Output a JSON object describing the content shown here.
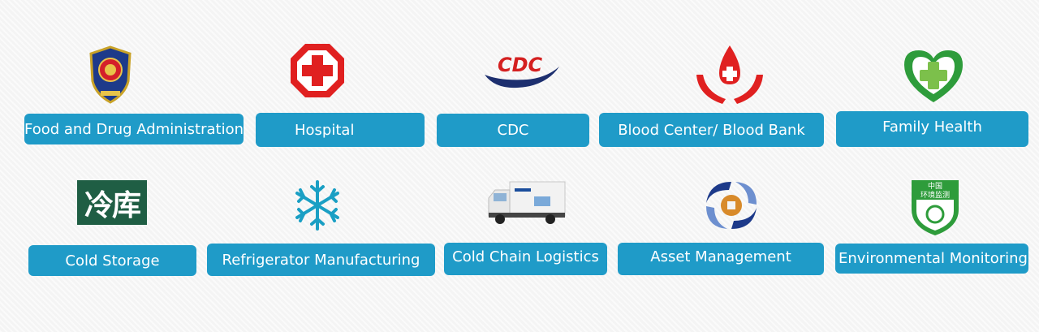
{
  "categories": {
    "row1": [
      {
        "label": "Food and Drug Administration",
        "icon": "emblem-icon"
      },
      {
        "label": "Hospital",
        "icon": "red-cross-icon"
      },
      {
        "label": "CDC",
        "icon": "cdc-logo-icon"
      },
      {
        "label": "Blood Center/ Blood Bank",
        "icon": "blood-drop-hands-icon"
      },
      {
        "label": "Family Health",
        "icon": "heart-cross-icon"
      }
    ],
    "row2": [
      {
        "label": "Cold Storage",
        "icon": "cold-storage-sign-icon",
        "sign_text": "冷库"
      },
      {
        "label": "Refrigerator Manufacturing",
        "icon": "snowflake-icon"
      },
      {
        "label": "Cold Chain Logistics",
        "icon": "refrigerated-truck-icon"
      },
      {
        "label": "Asset Management",
        "icon": "coin-swirl-icon"
      },
      {
        "label": "Environmental Monitoring",
        "icon": "env-shield-icon",
        "badge_line1": "中国",
        "badge_line2": "环境监测"
      }
    ]
  },
  "colors": {
    "button": "#1f9bc8",
    "red": "#e02020",
    "green": "#2e9c3b",
    "navy": "#1d2f6f"
  }
}
